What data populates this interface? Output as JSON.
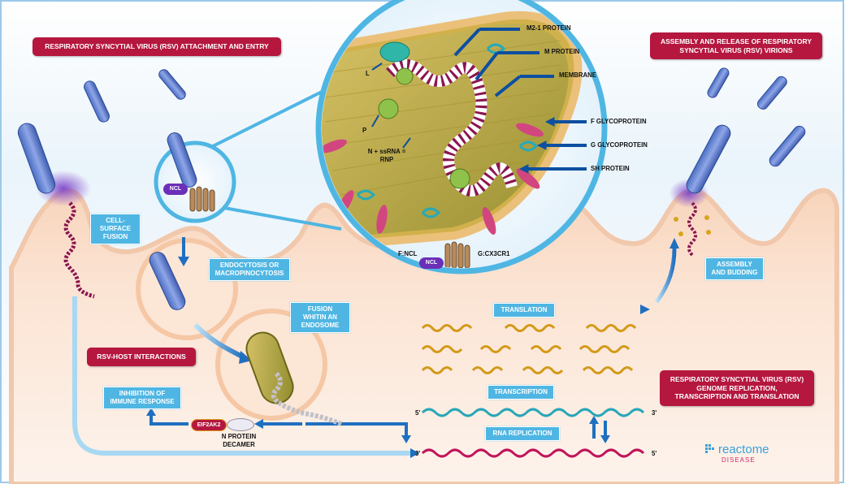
{
  "titles": {
    "attachment": "RESPIRATORY SYNCYTIAL VIRUS (RSV) ATTACHMENT AND ENTRY",
    "assembly": "ASSEMBLY AND RELEASE OF RESPIRATORY SYNCYTIAL VIRUS (RSV) VIRIONS",
    "host": "RSV-HOST INTERACTIONS",
    "replication": "RESPIRATORY SYNCYTIAL VIRUS (RSV) GENOME REPLICATION, TRANSCRIPTION AND TRANSLATION"
  },
  "steps": {
    "surface_fusion": "CELL-SURFACE FUSION",
    "endocytosis": "ENDOCYTOSIS OR MACROPINOCYTOSIS",
    "endosome": "FUSION WHITIN AN ENDOSOME",
    "assembly_budding": "ASSEMBLY AND BUDDING",
    "translation": "TRANSLATION",
    "transcription": "TRANSCRIPTION",
    "rna_replication": "RNA REPLICATION",
    "inhibition": "INHIBITION OF IMMUNE RESPONSE"
  },
  "virion_labels": {
    "m21": "M2-1 PROTEIN",
    "m": "M PROTEIN",
    "membrane": "MEMBRANE",
    "f": "F GLYCOPROTEIN",
    "g": "G GLYCOPROTEIN",
    "sh": "SH PROTEIN",
    "l": "L",
    "p": "P",
    "n_rnp": "N + ssRNA = RNP",
    "fncl": "F:NCL",
    "gcx": "G:CX3CR1"
  },
  "molecules": {
    "ncl": "NCL",
    "eif2ak2": "EIF2AK2",
    "n_decamer": "N PROTEIN DECAMER"
  },
  "strands": {
    "five_prime": "5'",
    "three_prime": "3'"
  },
  "brand": {
    "name": "reactome",
    "sub": "DISEASE"
  },
  "colors": {
    "banner_red": "#b5173f",
    "step_blue": "#4fb6e3",
    "arrow_navy": "#0d4fa0",
    "cell_peach": "#fbe0cc",
    "brand_blue": "#3aa0d8",
    "brand_pink": "#d2286e"
  }
}
